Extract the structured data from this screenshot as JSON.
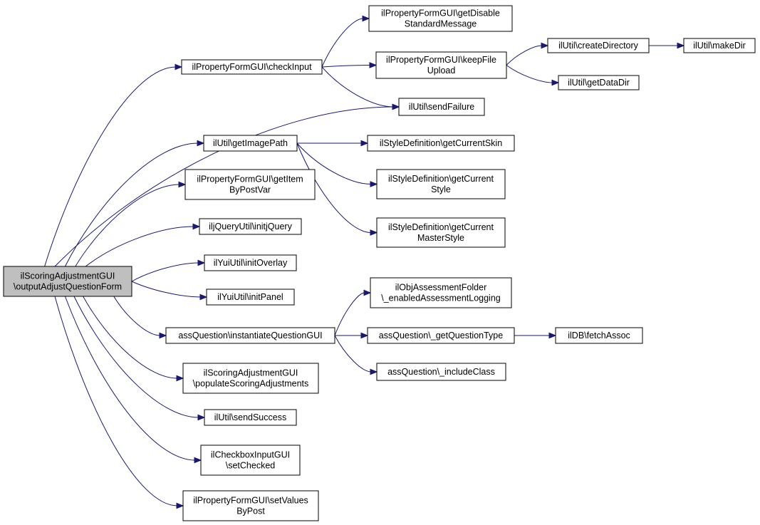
{
  "nodes": [
    {
      "id": "root",
      "lines": [
        "ilScoringAdjustmentGUI",
        "\\outputAdjustQuestionForm"
      ],
      "root": true
    },
    {
      "id": "checkInput",
      "lines": [
        "ilPropertyFormGUI\\checkInput"
      ]
    },
    {
      "id": "getDisable",
      "lines": [
        "ilPropertyFormGUI\\getDisable",
        "StandardMessage"
      ]
    },
    {
      "id": "keepFile",
      "lines": [
        "ilPropertyFormGUI\\keepFile",
        "Upload"
      ]
    },
    {
      "id": "createDirectory",
      "lines": [
        "ilUtil\\createDirectory"
      ]
    },
    {
      "id": "makeDir",
      "lines": [
        "ilUtil\\makeDir"
      ]
    },
    {
      "id": "getDataDir",
      "lines": [
        "ilUtil\\getDataDir"
      ]
    },
    {
      "id": "sendFailure",
      "lines": [
        "ilUtil\\sendFailure"
      ]
    },
    {
      "id": "getImagePath",
      "lines": [
        "ilUtil\\getImagePath"
      ]
    },
    {
      "id": "getCurrentSkin",
      "lines": [
        "ilStyleDefinition\\getCurrentSkin"
      ]
    },
    {
      "id": "getCurrentStyle",
      "lines": [
        "ilStyleDefinition\\getCurrent",
        "Style"
      ]
    },
    {
      "id": "getCurrentMasterStyle",
      "lines": [
        "ilStyleDefinition\\getCurrent",
        "MasterStyle"
      ]
    },
    {
      "id": "getItemByPostVar",
      "lines": [
        "ilPropertyFormGUI\\getItem",
        "ByPostVar"
      ]
    },
    {
      "id": "initjQuery",
      "lines": [
        "iljQueryUtil\\initjQuery"
      ]
    },
    {
      "id": "initOverlay",
      "lines": [
        "ilYuiUtil\\initOverlay"
      ]
    },
    {
      "id": "initPanel",
      "lines": [
        "ilYuiUtil\\initPanel"
      ]
    },
    {
      "id": "instantiateQuestionGUI",
      "lines": [
        "assQuestion\\instantiateQuestionGUI"
      ]
    },
    {
      "id": "enabledAssessmentLogging",
      "lines": [
        "ilObjAssessmentFolder",
        "\\_enabledAssessmentLogging"
      ]
    },
    {
      "id": "getQuestionType",
      "lines": [
        "assQuestion\\_getQuestionType"
      ]
    },
    {
      "id": "fetchAssoc",
      "lines": [
        "ilDB\\fetchAssoc"
      ]
    },
    {
      "id": "includeClass",
      "lines": [
        "assQuestion\\_includeClass"
      ]
    },
    {
      "id": "populateScoringAdjustments",
      "lines": [
        "ilScoringAdjustmentGUI",
        "\\populateScoringAdjustments"
      ]
    },
    {
      "id": "sendSuccess",
      "lines": [
        "ilUtil\\sendSuccess"
      ]
    },
    {
      "id": "setChecked",
      "lines": [
        "ilCheckboxInputGUI",
        "\\setChecked"
      ]
    },
    {
      "id": "setValuesByPost",
      "lines": [
        "ilPropertyFormGUI\\setValues",
        "ByPost"
      ]
    }
  ],
  "edges": [
    [
      "root",
      "checkInput"
    ],
    [
      "root",
      "sendFailure"
    ],
    [
      "root",
      "getImagePath"
    ],
    [
      "root",
      "getItemByPostVar"
    ],
    [
      "root",
      "initjQuery"
    ],
    [
      "root",
      "initOverlay"
    ],
    [
      "root",
      "initPanel"
    ],
    [
      "root",
      "instantiateQuestionGUI"
    ],
    [
      "root",
      "populateScoringAdjustments"
    ],
    [
      "root",
      "sendSuccess"
    ],
    [
      "root",
      "setChecked"
    ],
    [
      "root",
      "setValuesByPost"
    ],
    [
      "checkInput",
      "getDisable"
    ],
    [
      "checkInput",
      "keepFile"
    ],
    [
      "checkInput",
      "sendFailure"
    ],
    [
      "keepFile",
      "createDirectory"
    ],
    [
      "keepFile",
      "getDataDir"
    ],
    [
      "createDirectory",
      "makeDir"
    ],
    [
      "getImagePath",
      "getCurrentSkin"
    ],
    [
      "getImagePath",
      "getCurrentStyle"
    ],
    [
      "getImagePath",
      "getCurrentMasterStyle"
    ],
    [
      "instantiateQuestionGUI",
      "enabledAssessmentLogging"
    ],
    [
      "instantiateQuestionGUI",
      "getQuestionType"
    ],
    [
      "instantiateQuestionGUI",
      "includeClass"
    ],
    [
      "getQuestionType",
      "fetchAssoc"
    ]
  ]
}
